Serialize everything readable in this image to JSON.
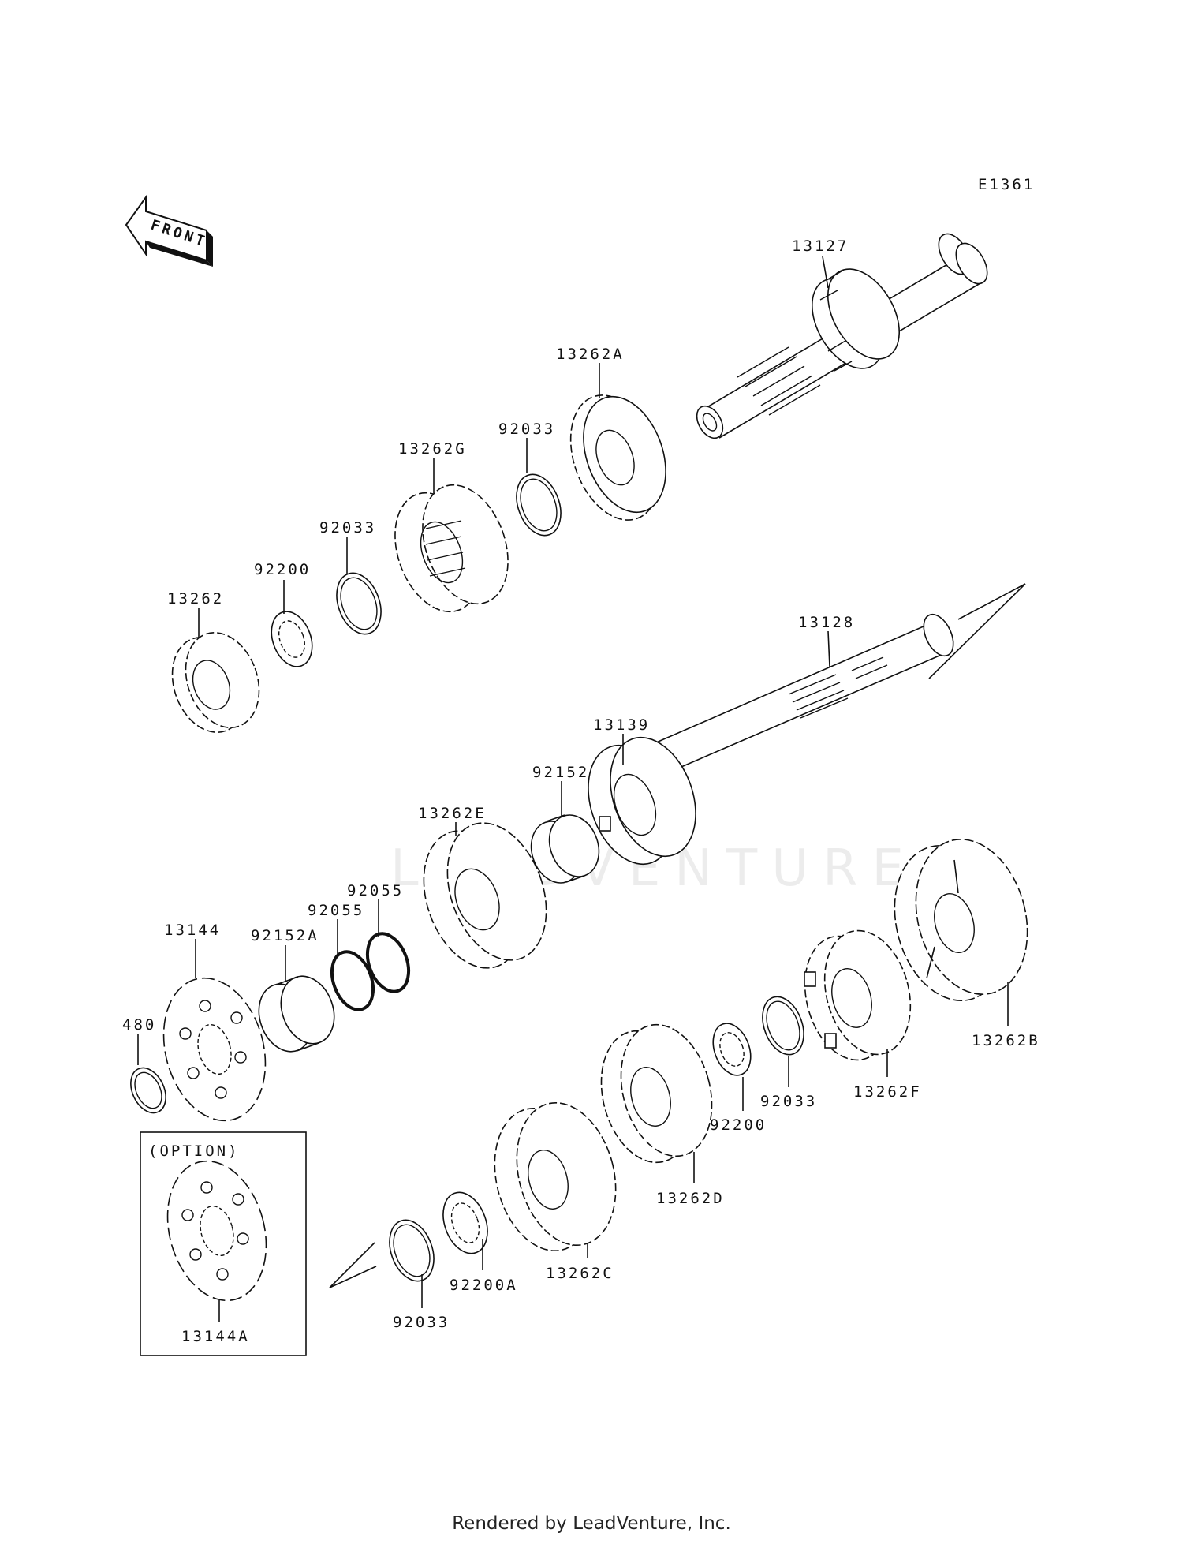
{
  "diagram": {
    "code": "E1361",
    "front_label": "FRONT",
    "option_label": "(OPTION)",
    "watermark": "LEADVENTURE",
    "footer": "Rendered by LeadVenture, Inc.",
    "parts": [
      {
        "id": "p-13127",
        "label": "13127"
      },
      {
        "id": "p-13262a",
        "label": "13262A"
      },
      {
        "id": "p-92033-a",
        "label": "92033"
      },
      {
        "id": "p-13262g",
        "label": "13262G"
      },
      {
        "id": "p-92033-b",
        "label": "92033"
      },
      {
        "id": "p-92200-a",
        "label": "92200"
      },
      {
        "id": "p-13262",
        "label": "13262"
      },
      {
        "id": "p-13128",
        "label": "13128"
      },
      {
        "id": "p-13139",
        "label": "13139"
      },
      {
        "id": "p-92152",
        "label": "92152"
      },
      {
        "id": "p-13262e",
        "label": "13262E"
      },
      {
        "id": "p-92055-a",
        "label": "92055"
      },
      {
        "id": "p-92055-b",
        "label": "92055"
      },
      {
        "id": "p-92152a",
        "label": "92152A"
      },
      {
        "id": "p-13144",
        "label": "13144"
      },
      {
        "id": "p-480",
        "label": "480"
      },
      {
        "id": "p-13262b",
        "label": "13262B"
      },
      {
        "id": "p-13262f",
        "label": "13262F"
      },
      {
        "id": "p-92033-c",
        "label": "92033"
      },
      {
        "id": "p-92200-b",
        "label": "92200"
      },
      {
        "id": "p-13262d",
        "label": "13262D"
      },
      {
        "id": "p-13262c",
        "label": "13262C"
      },
      {
        "id": "p-92200a",
        "label": "92200A"
      },
      {
        "id": "p-92033-d",
        "label": "92033"
      },
      {
        "id": "p-13144a",
        "label": "13144A"
      }
    ]
  }
}
